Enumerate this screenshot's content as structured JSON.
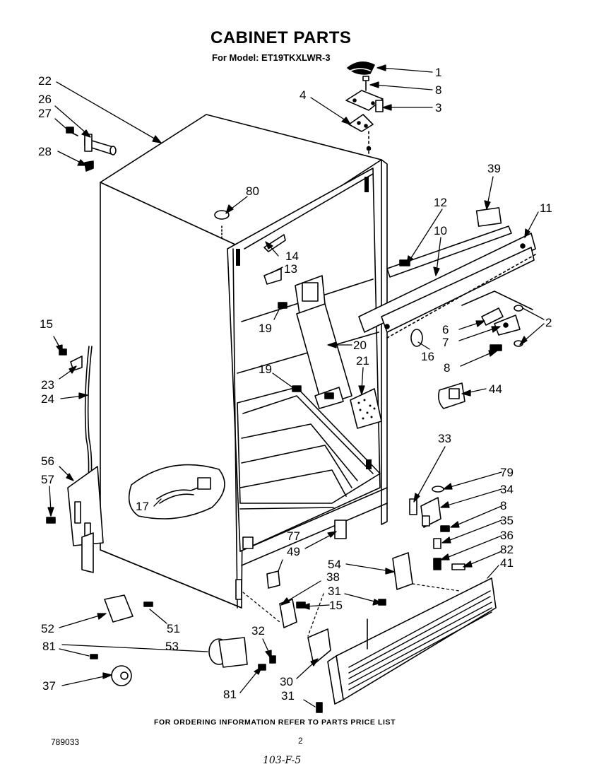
{
  "header": {
    "title": "CABINET PARTS",
    "subtitle": "For Model: ET19TKXLWR-3"
  },
  "footer": {
    "note": "FOR ORDERING INFORMATION REFER TO PARTS PRICE LIST",
    "doc_number": "789033",
    "page_number": "2",
    "handwritten": "103-F-5"
  },
  "callouts": {
    "c1": "1",
    "c8a": "8",
    "c3": "3",
    "c4": "4",
    "c22": "22",
    "c26": "26",
    "c27": "27",
    "c28": "28",
    "c80": "80",
    "c39": "39",
    "c12": "12",
    "c11": "11",
    "c10": "10",
    "c14": "14",
    "c13": "13",
    "c19a": "19",
    "c2": "2",
    "c6": "6",
    "c7": "7",
    "c16": "16",
    "c15a": "15",
    "c20": "20",
    "c8b": "8",
    "c21": "21",
    "c23": "23",
    "c24": "24",
    "c19b": "19",
    "c44": "44",
    "c33": "33",
    "c56": "56",
    "c79": "79",
    "c57": "57",
    "c34": "34",
    "c8c": "8",
    "c17": "17",
    "c35": "35",
    "c36": "36",
    "c77": "77",
    "c82": "82",
    "c49": "49",
    "c54": "54",
    "c41": "41",
    "c38": "38",
    "c31a": "31",
    "c15b": "15",
    "c52": "52",
    "c51": "51",
    "c32": "32",
    "c53": "53",
    "c81a": "81",
    "c37": "37",
    "c30": "30",
    "c81b": "81",
    "c31b": "31"
  }
}
